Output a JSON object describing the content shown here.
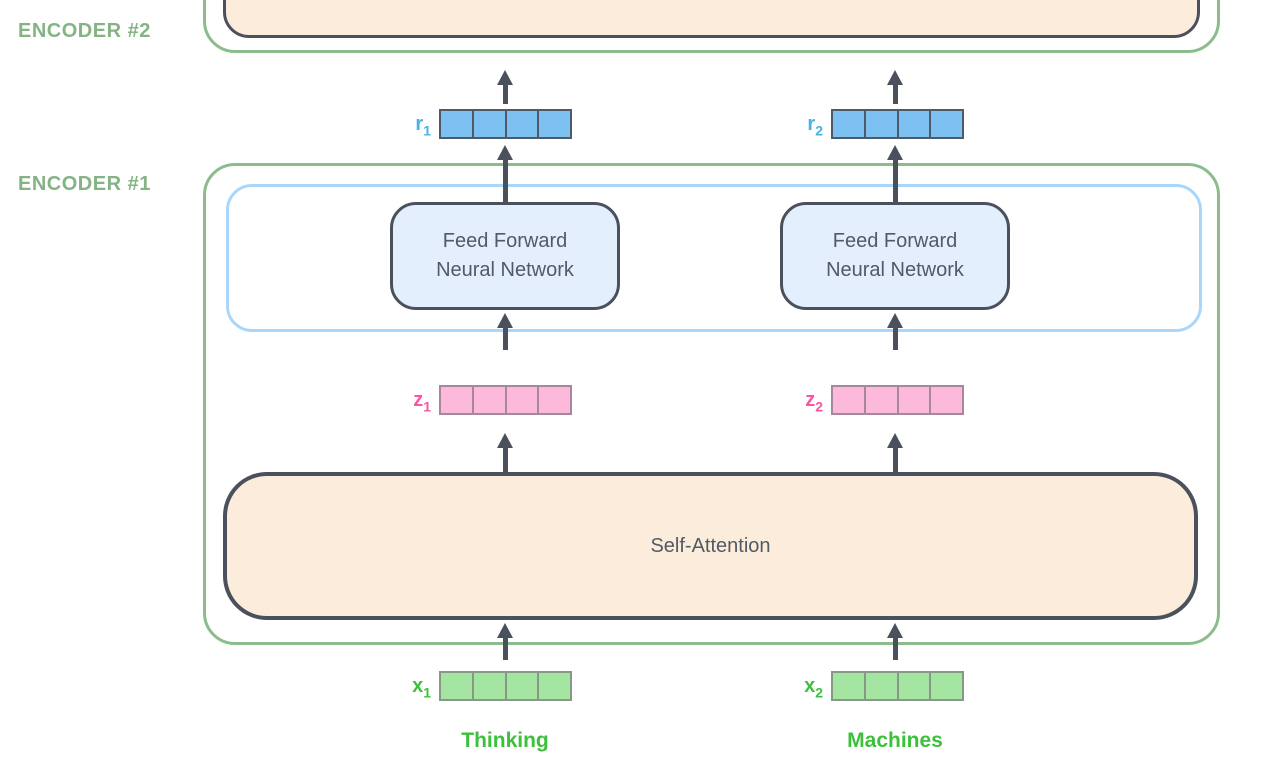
{
  "colors": {
    "green_border": "#8cbc8c",
    "encoder_label": "#84b384",
    "dark": "#4a515c",
    "text_dark": "#525a64",
    "peach_fill": "#fcecdc",
    "ffnn_fill": "#e3effc",
    "blue_container_border": "#a9d7fb",
    "r_fill": "#7dc1f3",
    "r_border": "#4f5a66",
    "r_label": "#45b3e8",
    "z_fill": "#fcb9da",
    "z_border": "#a5889c",
    "z_label": "#fa55a2",
    "x_fill": "#a5e5a2",
    "x_border": "#879887",
    "x_label": "#3cc13c",
    "token_label": "#3cc13c"
  },
  "encoder2": {
    "label": "ENCODER #2"
  },
  "encoder1": {
    "label": "ENCODER #1"
  },
  "ffnn": {
    "line1": "Feed Forward",
    "line2": "Neural Network"
  },
  "self_attention": {
    "label": "Self-Attention"
  },
  "vectors": {
    "r1": {
      "base": "r",
      "sub": "1"
    },
    "r2": {
      "base": "r",
      "sub": "2"
    },
    "z1": {
      "base": "z",
      "sub": "1"
    },
    "z2": {
      "base": "z",
      "sub": "2"
    },
    "x1": {
      "base": "x",
      "sub": "1"
    },
    "x2": {
      "base": "x",
      "sub": "2"
    }
  },
  "tokens": {
    "left": "Thinking",
    "right": "Machines"
  },
  "vector_cells": 4
}
